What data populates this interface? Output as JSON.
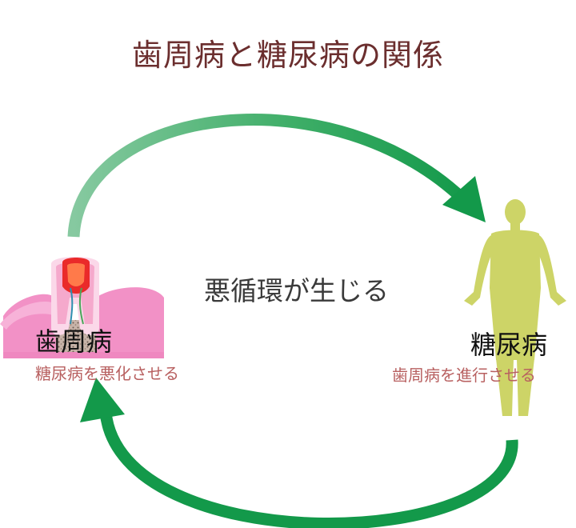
{
  "title": "歯周病と糖尿病の関係",
  "center_label": "悪循環が生じる",
  "left_node": {
    "label": "歯周病",
    "sublabel": "糖尿病を悪化させる",
    "icon": "tooth-cross-section-icon"
  },
  "right_node": {
    "label": "糖尿病",
    "sublabel": "歯周病を進行させる",
    "icon": "human-body-icon"
  },
  "colors": {
    "title": "#6b2e2e",
    "arrow_top_start": "#7cc49a",
    "arrow_top_end": "#13994a",
    "arrow_bottom": "#13994a",
    "body": "#cdd467",
    "sublabel": "#b86060",
    "gum_pink": "#f291c6",
    "tooth_red": "#ea2a2a"
  }
}
